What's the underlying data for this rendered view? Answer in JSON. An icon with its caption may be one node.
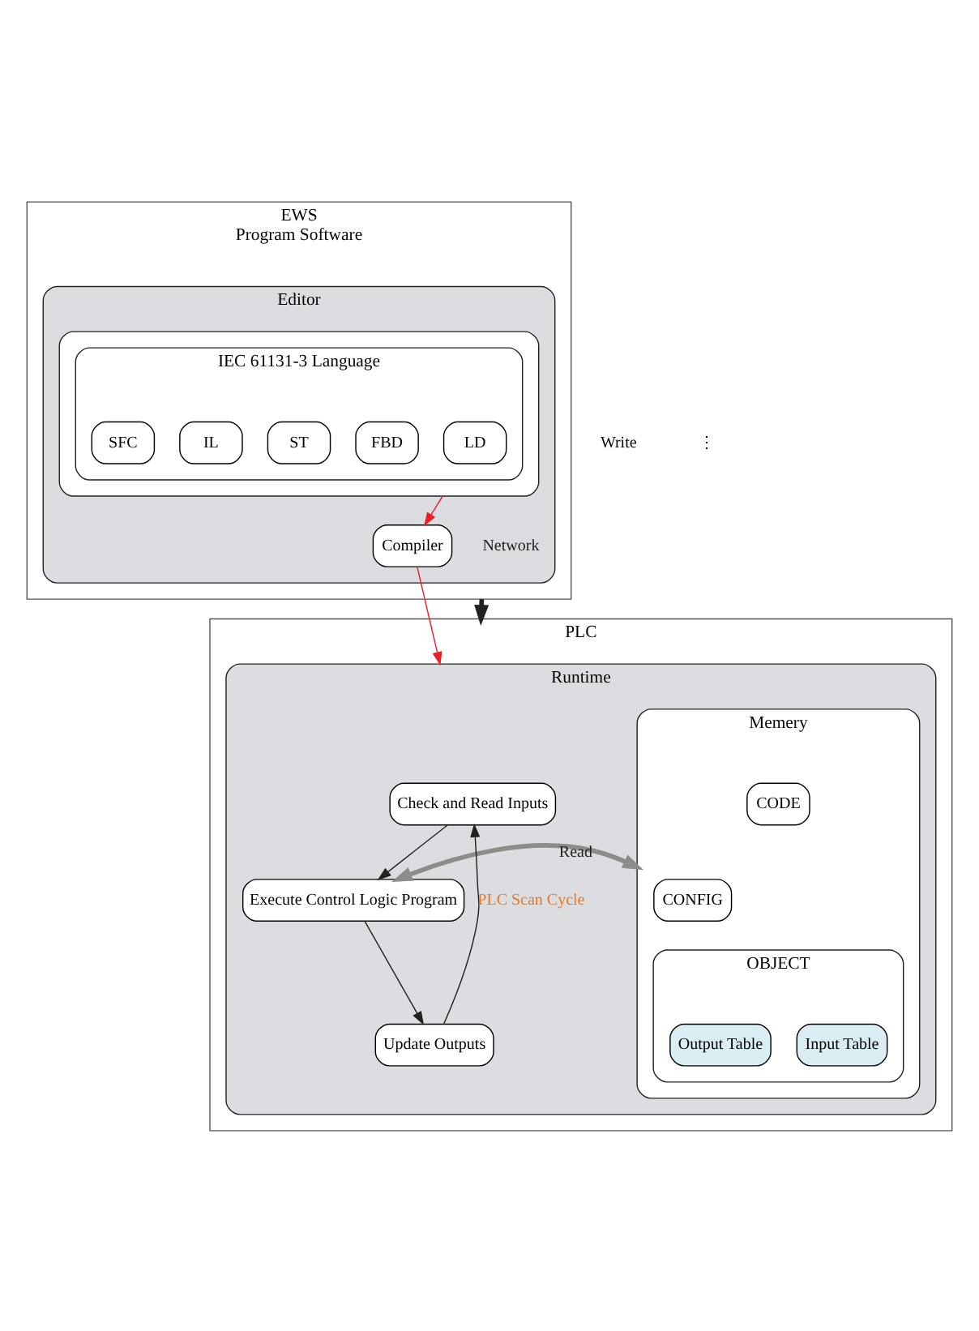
{
  "diagram": {
    "nodes": [
      {
        "text": [
          "EWS",
          "Program Software"
        ]
      },
      {
        "text": [
          "Editor"
        ],
        "in": 0
      },
      {
        "text": [],
        "shape": "box",
        "in": 1
      },
      {
        "text": [
          "IEC 61131-3 Language"
        ],
        "in": 2
      },
      {
        "text": [
          "LD"
        ],
        "in": 3
      },
      {
        "text": [
          "FBD"
        ],
        "in": 3
      },
      {
        "text": [
          "ST"
        ],
        "in": 3
      },
      {
        "text": [
          "IL"
        ],
        "in": 3
      },
      {
        "text": [
          "SFC"
        ],
        "in": 3
      },
      {
        "text": [
          "Compiler"
        ],
        "in": 1
      },
      {
        "text": [
          "PLC"
        ]
      },
      {
        "text": [
          "Runtime"
        ],
        "in": 10
      },
      {
        "text": [
          "Check and Read Inputs"
        ],
        "in": 11
      },
      {
        "text": [
          "Execute Control Logic Program"
        ],
        "in": 11
      },
      {
        "text": [
          "Update Outputs"
        ],
        "in": 11
      },
      {
        "text": [
          "Memery"
        ],
        "in": 11
      },
      {
        "text": [
          "CODE"
        ],
        "in": 15
      },
      {
        "text": [
          "CONFIG"
        ],
        "in": 15
      },
      {
        "text": [
          "OBJECT"
        ],
        "in": 15
      },
      {
        "text": [
          "Input Table"
        ],
        "in": 18
      },
      {
        "text": [
          "Output Table"
        ],
        "in": 18
      }
    ],
    "edges": [
      {
        "from": 2,
        "to": 9,
        "arrow": "to",
        "color": "#e8202a"
      },
      {
        "from": 0,
        "to": 10,
        "arrow": "to",
        "label": "Network",
        "style": "thick"
      },
      {
        "from": 9,
        "to": 11,
        "arrow": "to",
        "color": "#e8202a"
      },
      {
        "from": 12,
        "to": 13,
        "arrow": "to"
      },
      {
        "from": 13,
        "to": 14,
        "arrow": "to"
      },
      {
        "from": 14,
        "to": 12,
        "arrow": "to",
        "label": "PLC Scan Cycle"
      },
      {
        "from": 13,
        "to": 15,
        "arrow": "both",
        "label": "Read",
        "style": "thick",
        "color": "#8c8c8c"
      }
    ],
    "labels": [
      "Write",
      "⋮"
    ]
  }
}
